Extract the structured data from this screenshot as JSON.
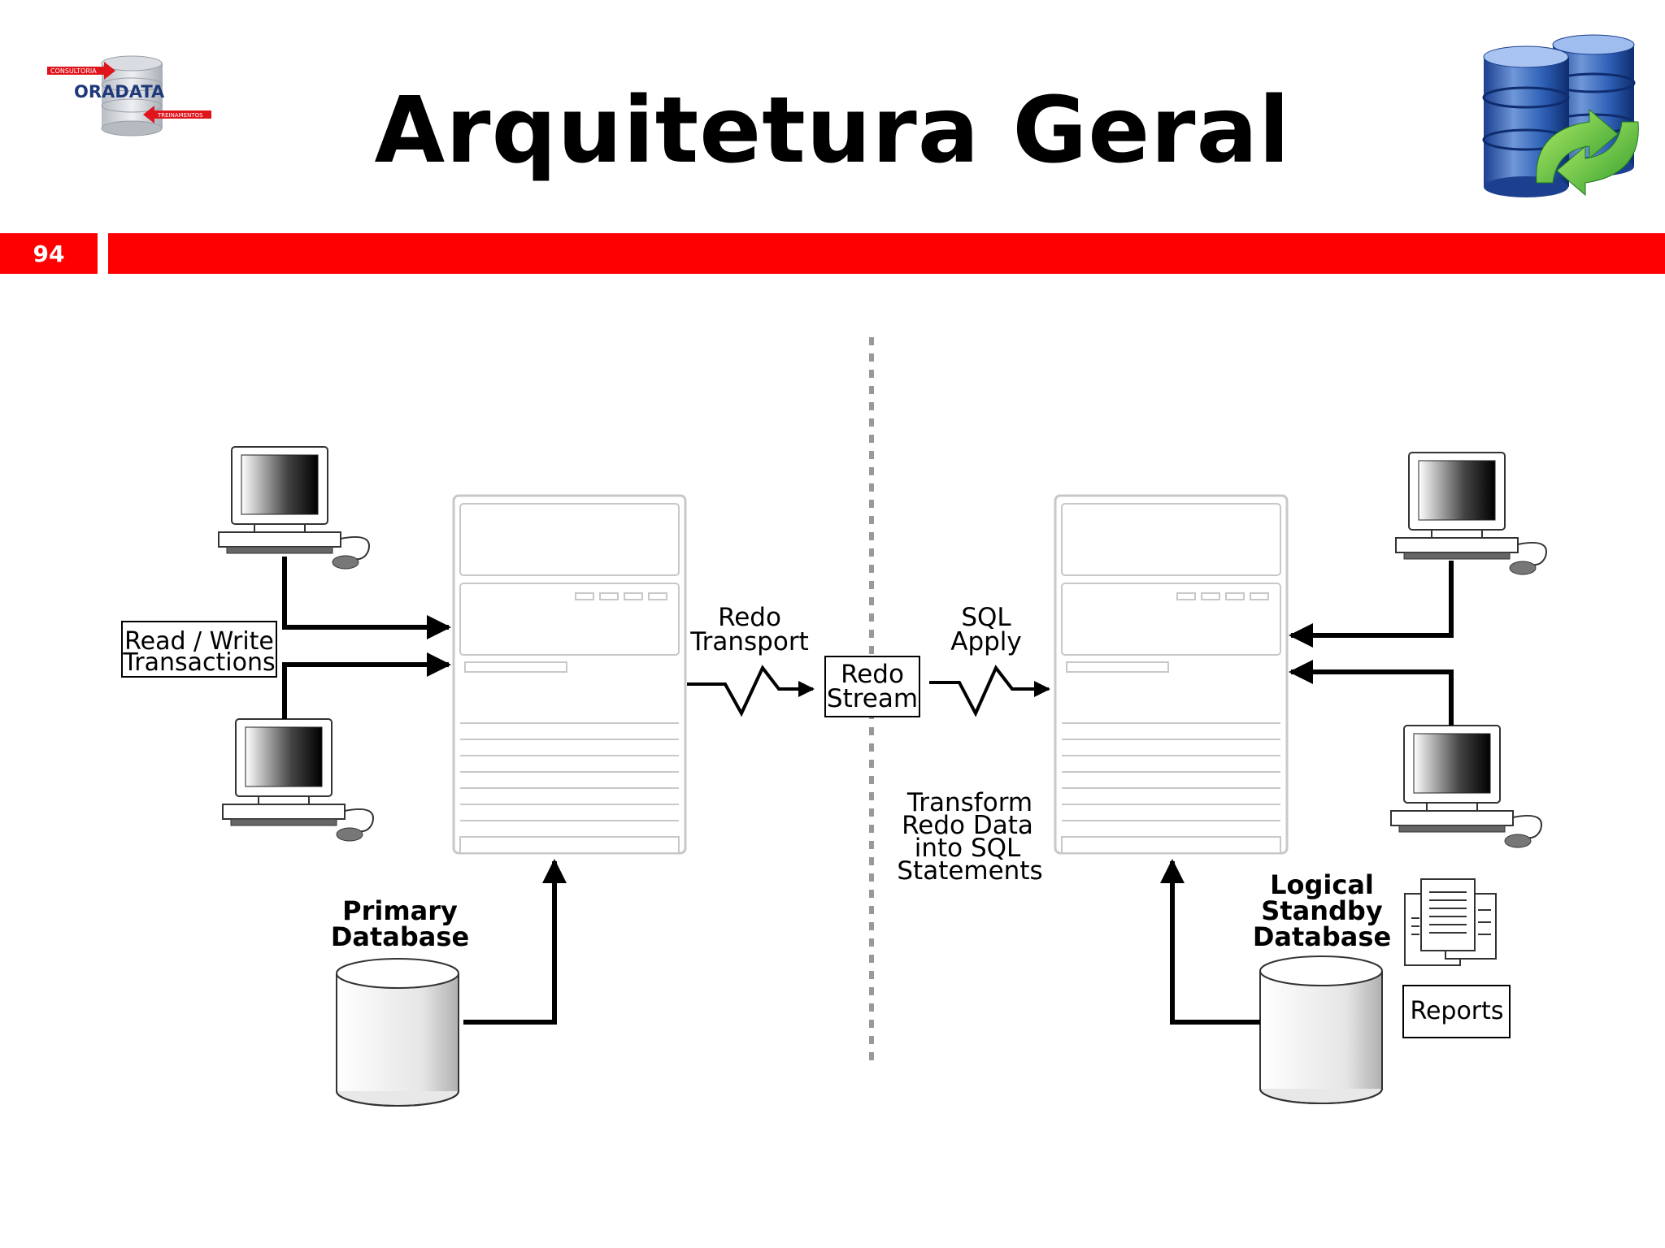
{
  "slide": {
    "title": "Arquitetura Geral",
    "number": "94"
  },
  "logo": {
    "name": "ORADATA",
    "top_tag": "CONSULTORIA",
    "bottom_tag": "TREINAMENTOS"
  },
  "diagram": {
    "read_write_line1": "Read / Write",
    "read_write_line2": "Transactions",
    "redo_transport_line1": "Redo",
    "redo_transport_line2": "Transport",
    "redo_stream_line1": "Redo",
    "redo_stream_line2": "Stream",
    "sql_apply_line1": "SQL",
    "sql_apply_line2": "Apply",
    "transform_line1": "Transform",
    "transform_line2": "Redo Data",
    "transform_line3": "into SQL",
    "transform_line4": "Statements",
    "primary_line1": "Primary",
    "primary_line2": "Database",
    "logical_line1": "Logical",
    "logical_line2": "Standby",
    "logical_line3": "Database",
    "reports": "Reports"
  },
  "colors": {
    "accent_red": "#ff0000",
    "logo_navy": "#1f3a7a"
  }
}
